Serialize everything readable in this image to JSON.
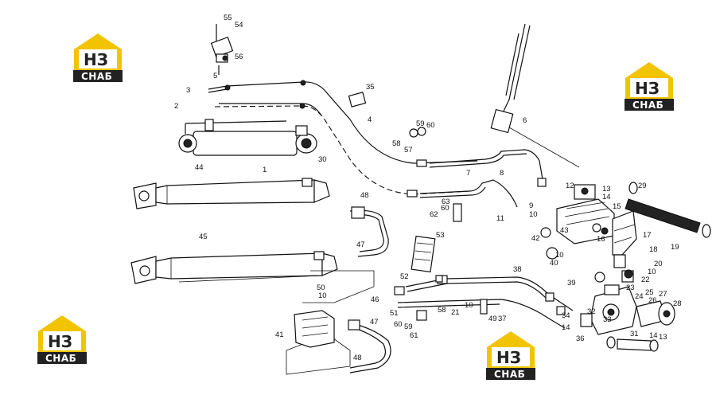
{
  "logo": {
    "monogram": "НЗ",
    "word": "СНАБ",
    "color_yellow": "#f2c400",
    "color_dark": "#222222"
  },
  "callouts": {
    "c1": "1",
    "c2": "2",
    "c3": "3",
    "c4": "4",
    "c5": "5",
    "c6": "6",
    "c7": "7",
    "c8": "8",
    "c9": "9",
    "c10a": "10",
    "c10b": "10",
    "c10c": "10",
    "c10d": "10",
    "c10e": "10",
    "c11": "11",
    "c12": "12",
    "c13a": "13",
    "c13b": "13",
    "c14a": "14",
    "c14b": "14",
    "c14c": "14",
    "c15": "15",
    "c16": "16",
    "c17": "17",
    "c18": "18",
    "c19": "19",
    "c20": "20",
    "c21": "21",
    "c22": "22",
    "c23": "23",
    "c24": "24",
    "c25": "25",
    "c26": "26",
    "c27": "27",
    "c28": "28",
    "c29": "29",
    "c30": "30",
    "c31": "31",
    "c32": "32",
    "c33": "33",
    "c34": "34",
    "c35": "35",
    "c36": "36",
    "c37": "37",
    "c38": "38",
    "c39": "39",
    "c40": "40",
    "c41": "41",
    "c42": "42",
    "c43": "43",
    "c44": "44",
    "c45": "45",
    "c46": "46",
    "c47a": "47",
    "c47b": "47",
    "c48a": "48",
    "c48b": "48",
    "c49": "49",
    "c50": "50",
    "c51": "51",
    "c52": "52",
    "c53": "53",
    "c54": "54",
    "c55": "55",
    "c56": "56",
    "c57": "57",
    "c58a": "58",
    "c58b": "58",
    "c59a": "59",
    "c59b": "59",
    "c60a": "60",
    "c60b": "60",
    "c61": "61",
    "c62": "62",
    "c63": "63"
  }
}
